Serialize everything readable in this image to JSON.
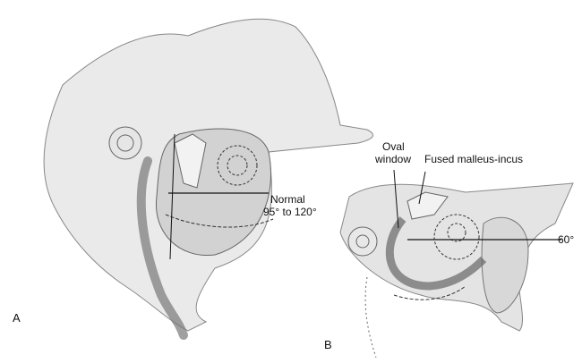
{
  "panels": [
    {
      "letter": "A",
      "labels": {
        "angle_title": "Normal",
        "angle_range": "95° to 120°"
      }
    },
    {
      "letter": "B",
      "labels": {
        "oval_window_1": "Oval",
        "oval_window_2": "window",
        "fused": "Fused malleus-incus",
        "angle": "60°"
      }
    }
  ],
  "colors": {
    "bone_fill": "#d6d6d6",
    "stroke": "#555555",
    "line": "#111111"
  }
}
